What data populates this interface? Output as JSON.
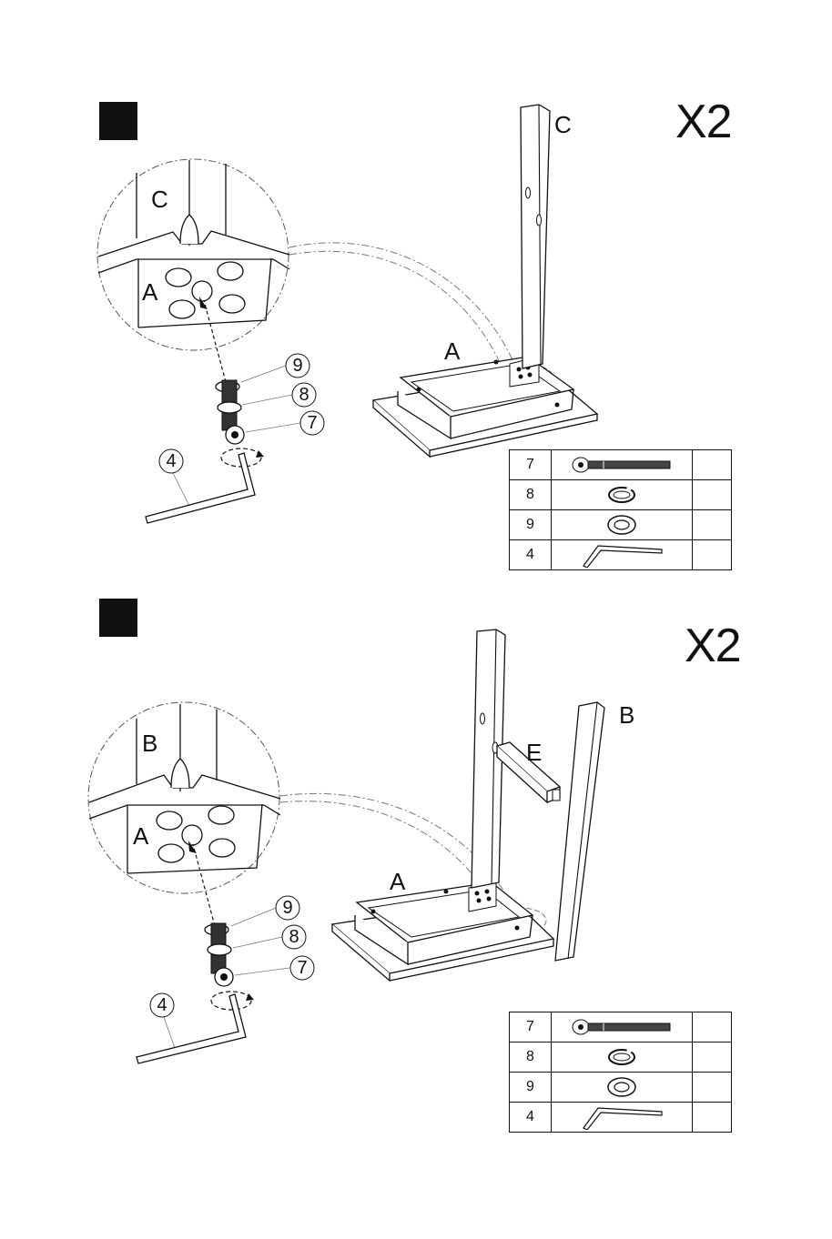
{
  "steps": [
    {
      "multiplier": "X2",
      "detail_labels": {
        "upper": "C",
        "lower": "A"
      },
      "part_labels": {
        "leg": "C",
        "frame": "A"
      },
      "callouts": {
        "washer": "9",
        "lock_washer": "8",
        "bolt": "7",
        "key": "4"
      },
      "parts": [
        {
          "number": "7",
          "icon": "bolt-icon",
          "qty": ""
        },
        {
          "number": "8",
          "icon": "spring-washer-icon",
          "qty": ""
        },
        {
          "number": "9",
          "icon": "flat-washer-icon",
          "qty": ""
        },
        {
          "number": "4",
          "icon": "allen-key-icon",
          "qty": ""
        }
      ]
    },
    {
      "multiplier": "X2",
      "detail_labels": {
        "upper": "B",
        "lower": "A"
      },
      "part_labels": {
        "leg": "B",
        "frame": "A",
        "rail": "E"
      },
      "callouts": {
        "washer": "9",
        "lock_washer": "8",
        "bolt": "7",
        "key": "4"
      },
      "parts": [
        {
          "number": "7",
          "icon": "bolt-icon",
          "qty": ""
        },
        {
          "number": "8",
          "icon": "spring-washer-icon",
          "qty": ""
        },
        {
          "number": "9",
          "icon": "flat-washer-icon",
          "qty": ""
        },
        {
          "number": "4",
          "icon": "allen-key-icon",
          "qty": ""
        }
      ]
    }
  ]
}
